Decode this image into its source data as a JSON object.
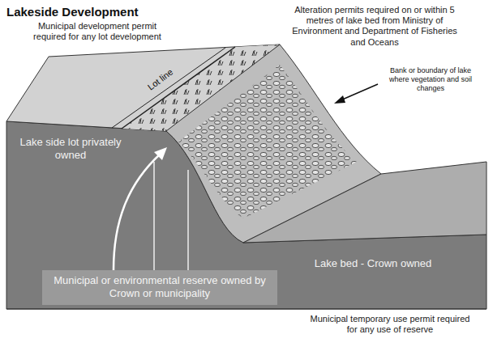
{
  "diagram": {
    "title": "Lakeside Development",
    "nodes": [
      {
        "text": [
          "Municipal or environmental reserve owned by Crown or municipality"
        ]
      }
    ],
    "labels": [
      "Municipal development permit required for any lot development",
      "Alteration permits required on or within 5 metres of lake bed from Ministry of Environment and Department of Fisheries and Oceans",
      "Bank or boundary of lake where vegetation and soil changes",
      "Lot line",
      "Lake side lot privately owned",
      "Lake bed - Crown owned",
      "Municipal temporary use permit required for any use of reserve"
    ]
  }
}
